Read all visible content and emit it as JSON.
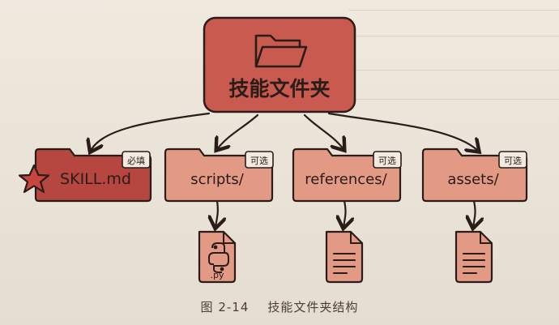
{
  "root": {
    "label": "技能文件夹",
    "icon": "folder-icon"
  },
  "children": [
    {
      "id": "skill",
      "label": "SKILL.md",
      "badge": "必填",
      "icon": "star-icon"
    },
    {
      "id": "scripts",
      "label": "scripts/",
      "badge": "可选",
      "file_icon": "python-file-icon",
      "file_label": ".py"
    },
    {
      "id": "references",
      "label": "references/",
      "badge": "可选",
      "file_icon": "document-icon"
    },
    {
      "id": "assets",
      "label": "assets/",
      "badge": "可选",
      "file_icon": "document-icon"
    }
  ],
  "caption": "图 2-14    技能文件夹结构",
  "colors": {
    "root_fill": "#c95a50",
    "required_fill": "#b54640",
    "optional_fill": "#e39a85",
    "outline": "#2a1c18",
    "badge_fill": "#f3ebe2"
  }
}
